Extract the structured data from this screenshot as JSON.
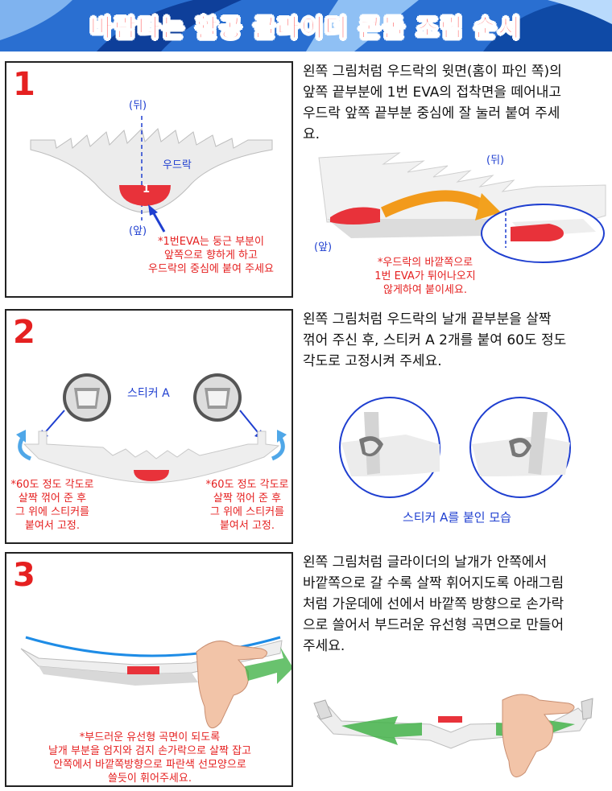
{
  "title": "바람타는 활공 글라이더 콘돌 조립 순서",
  "steps": [
    {
      "number": "1",
      "label_back": "(뒤)",
      "label_front": "(앞)",
      "label_tail": "우드락",
      "eva_number": "1",
      "note": [
        "*1번EVA는 둥근 부분이",
        "앞쪽으로 향하게 하고",
        "우드락의 중심에 붙여 주세요"
      ],
      "description": [
        "왼쪽 그림처럼 우드락의 윗면(홈이 파인 쪽)의",
        "앞쪽 끝부분에 1번 EVA의 접착면을 떼어내고",
        "우드락 앞쪽 끝부분 중심에 잘 눌러 붙여 주세",
        "요."
      ],
      "right_label_back": "(뒤)",
      "right_label_front": "(앞)",
      "right_note": [
        "*우드락의 바깥쪽으로",
        "1번 EVA가 튀어나오지",
        "않게하여 붙이세요."
      ]
    },
    {
      "number": "2",
      "sticker_label": "스티커 A",
      "note_left": [
        "*60도 정도 각도로",
        "살짝 꺾어 준 후",
        "그 위에 스티커를",
        "붙여서 고정."
      ],
      "note_right": [
        "*60도 정도 각도로",
        "살짝 꺾어 준 후",
        "그 위에 스티커를",
        "붙여서 고정."
      ],
      "description": [
        "왼쪽 그림처럼 우드락의 날개 끝부분을 살짝",
        "꺾어 주신 후, 스티커 A 2개를 붙여 60도 정도",
        "각도로 고정시켜 주세요."
      ],
      "caption": "스티커 A를 붙인 모습"
    },
    {
      "number": "3",
      "note": [
        "*부드러운 유선형 곡면이 되도록",
        "날개 부분을 엄지와 검지 손가락으로 살짝 잡고",
        "안쪽에서 바깥쪽방향으로 파란색 선모양으로",
        "쓸듯이 휘어주세요."
      ],
      "description": [
        "왼쪽 그림처럼 글라이더의 날개가 안쪽에서",
        "바깥쪽으로 갈 수록 살짝 휘어지도록 아래그림",
        "처럼 가운데에 선에서 바깥쪽 방향으로 손가락",
        "으로 쓸어서 부드러운 유선형 곡면으로 만들어",
        "주세요."
      ]
    }
  ],
  "colors": {
    "accent_red": "#e52020",
    "accent_blue": "#1f3fd0",
    "banner": "#1f5fbf"
  }
}
